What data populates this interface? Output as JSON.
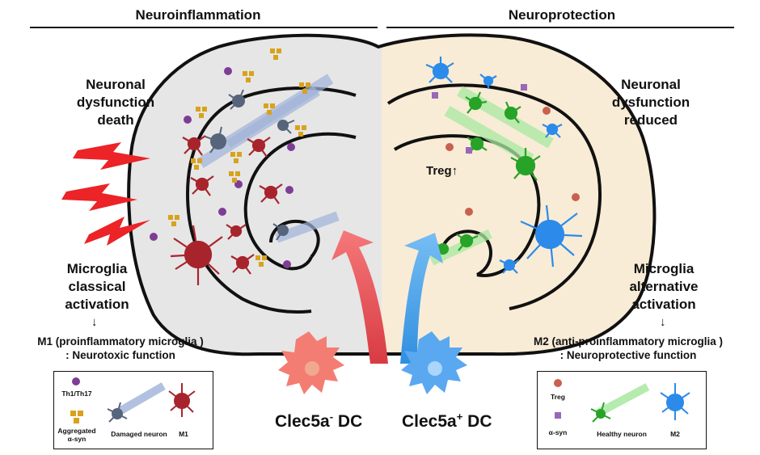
{
  "headers": {
    "left": "Neuroinflammation",
    "right": "Neuroprotection"
  },
  "left": {
    "dysfunction": [
      "Neuronal",
      "dysfunction",
      "death"
    ],
    "activation": [
      "Microglia",
      "classical",
      "activation"
    ],
    "arrow": "↓",
    "m_line1": "M1 (proinflammatory microglia )",
    "m_line2": ": Neurotoxic function",
    "legend": {
      "th": "Th1/Th17",
      "asyn": [
        "Aggregated",
        "α-syn"
      ],
      "neuron": "Damaged neuron",
      "m": "M1"
    }
  },
  "right": {
    "dysfunction": [
      "Neuronal",
      "dysfunction",
      "reduced"
    ],
    "activation": [
      "Microglia",
      "alternative",
      "activation"
    ],
    "arrow": "↓",
    "m_line1": "M2 (anti-proinflammatory microglia )",
    "m_line2": ": Neuroprotective function",
    "legend": {
      "treg": "Treg",
      "asyn": "α-syn",
      "neuron": "Healthy neuron",
      "m": "M2"
    }
  },
  "center": {
    "treg": "Treg↑"
  },
  "dc": {
    "left": {
      "name": "Clec5a",
      "sup": "-",
      "suffix": " DC"
    },
    "right": {
      "name": "Clec5a",
      "sup": "+",
      "suffix": " DC"
    }
  },
  "colors": {
    "left_bg": "#e6e6e6",
    "right_bg": "#f8ecd6",
    "red": "#ec2327",
    "dc_red": "#f47d73",
    "dc_blue": "#5aa8f0",
    "arrow_red": "#f0555a",
    "arrow_blue": "#4aa3ec",
    "m1": "#a8242c",
    "m2": "#2c8bea",
    "green": "#27a327",
    "th": "#7e3d95",
    "asyn": "#d8a21b"
  }
}
